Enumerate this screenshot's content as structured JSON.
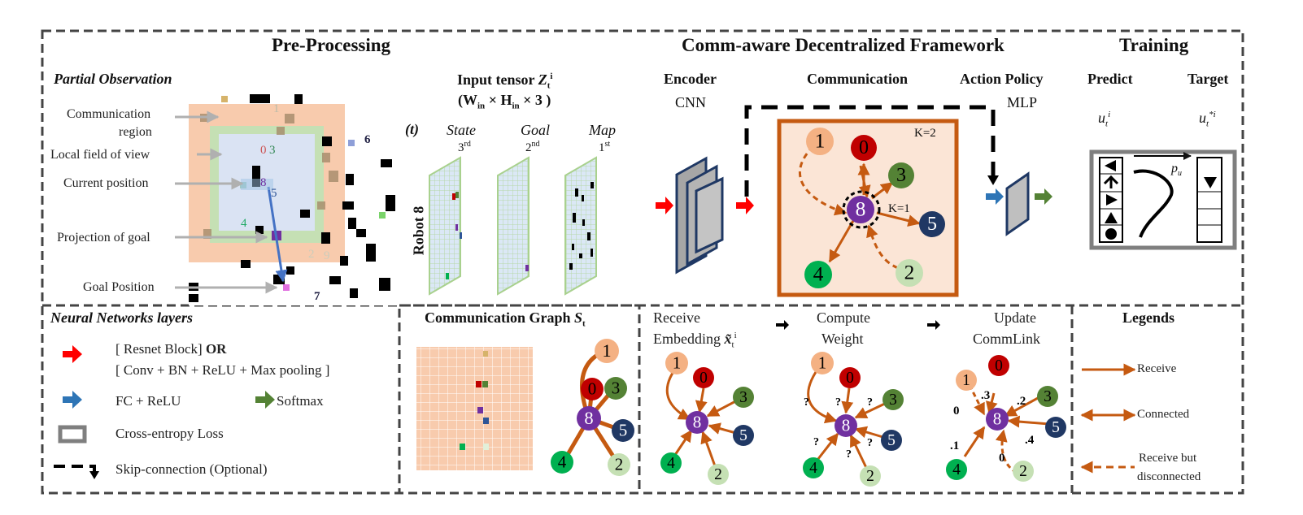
{
  "sections": {
    "pre_processing": "Pre-Processing",
    "framework": "Comm-aware Decentralized Framework",
    "training": "Training"
  },
  "partial_observation": {
    "title": "Partial Observation",
    "labels": [
      "Communication",
      "region",
      "Local field of view",
      "Current position",
      "Projection of goal",
      "Goal Position"
    ]
  },
  "input_tensor": {
    "title": "Input tensor",
    "symbol": "Z",
    "sup": "i",
    "sub": "t",
    "dims": "(W",
    "dims_in1": "in",
    "dims_mid": " × H",
    "dims_in2": "in",
    "dims_end": " × 3 )",
    "time": "(t)",
    "robot": "Robot 8",
    "channels": [
      {
        "name": "State",
        "order": "3",
        "suffix": "rd"
      },
      {
        "name": "Goal",
        "order": "2",
        "suffix": "nd"
      },
      {
        "name": "Map",
        "order": "1",
        "suffix": "st"
      }
    ]
  },
  "framework": {
    "encoder": "Encoder",
    "encoder_sub": "CNN",
    "communication": "Communication",
    "action_policy": "Action Policy",
    "action_sub": "MLP",
    "k2": "K=2",
    "k1": "K=1"
  },
  "training": {
    "predict": "Predict",
    "target": "Target",
    "u": "u",
    "u_star": "u",
    "sup_i": "i",
    "sup_star_i": "*i",
    "sub_t": "t",
    "pu": "p",
    "pu_sub": "u"
  },
  "nn_layers": {
    "title": "Neural Networks layers",
    "resnet": "[ Resnet Block]",
    "or": "OR",
    "conv": "[ Conv + BN + ReLU + Max pooling ]",
    "fc": "FC + ReLU",
    "softmax": "Softmax",
    "ce_loss": "Cross-entropy Loss",
    "skip": "Skip-connection (Optional)"
  },
  "comm_graph": {
    "title": "Communication Graph",
    "symbol": "S",
    "sub": "t"
  },
  "steps": {
    "receive": "Receive",
    "embedding": "Embedding",
    "x_sym": "x̃",
    "x_sup": "i",
    "x_sub": "t",
    "compute": "Compute",
    "weight": "Weight",
    "update": "Update",
    "commlink": "CommLink"
  },
  "legends": {
    "title": "Legends",
    "receive": "Receive",
    "connected": "Connected",
    "disconnected_1": "Receive but",
    "disconnected_2": "disconnected"
  },
  "robots": [
    "0",
    "1",
    "2",
    "3",
    "4",
    "5",
    "6",
    "7",
    "8",
    "9"
  ],
  "weights": {
    "unknown": "?",
    "w1": "0",
    "w0": ".3",
    "w3": ".2",
    "w5": ".4",
    "w4": ".1",
    "w2": "0"
  },
  "colors": {
    "robot0": "#c00000",
    "robot1": "#f4b183",
    "robot2": "#c5e0b4",
    "robot3": "#548235",
    "robot4": "#00b050",
    "robot5": "#203864",
    "robot8": "#7030a0",
    "comm_region": "#f8cbad",
    "fov": "#c5e0b4",
    "local": "#dae3f3",
    "arrow": "#c55a11",
    "red_arrow": "#ff0000",
    "blue_arrow": "#2e75b6",
    "green_arrow": "#548235"
  }
}
